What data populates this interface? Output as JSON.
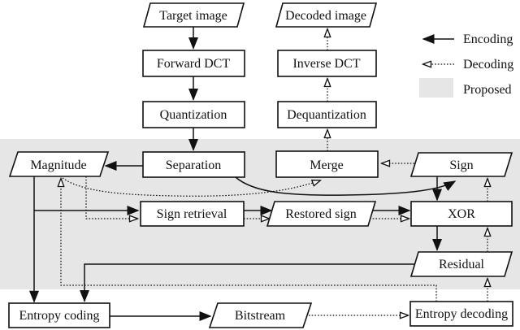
{
  "diagram": {
    "type": "flowchart",
    "legend": {
      "items": [
        {
          "label": "Encoding",
          "symbol": "solid-arrow"
        },
        {
          "label": "Decoding",
          "symbol": "dotted-arrow"
        },
        {
          "label": "Proposed",
          "symbol": "gray-swatch"
        }
      ]
    },
    "colors": {
      "proposed_region": "#e6e6e6",
      "node_fill": "#ffffff",
      "line": "#111111",
      "background": "#ffffff"
    },
    "nodes": {
      "target_image": {
        "label": "Target image",
        "shape": "parallelogram"
      },
      "forward_dct": {
        "label": "Forward DCT",
        "shape": "rect"
      },
      "quantization": {
        "label": "Quantization",
        "shape": "rect"
      },
      "separation": {
        "label": "Separation",
        "shape": "rect"
      },
      "magnitude": {
        "label": "Magnitude",
        "shape": "parallelogram"
      },
      "sign": {
        "label": "Sign",
        "shape": "parallelogram"
      },
      "merge": {
        "label": "Merge",
        "shape": "rect"
      },
      "dequantization": {
        "label": "Dequantization",
        "shape": "rect"
      },
      "inverse_dct": {
        "label": "Inverse DCT",
        "shape": "rect"
      },
      "decoded_image": {
        "label": "Decoded image",
        "shape": "parallelogram"
      },
      "sign_retrieval": {
        "label": "Sign retrieval",
        "shape": "rect"
      },
      "restored_sign": {
        "label": "Restored sign",
        "shape": "parallelogram"
      },
      "xor": {
        "label": "XOR",
        "shape": "rect"
      },
      "residual": {
        "label": "Residual",
        "shape": "parallelogram"
      },
      "entropy_coding": {
        "label": "Entropy coding",
        "shape": "rect"
      },
      "bitstream": {
        "label": "Bitstream",
        "shape": "parallelogram"
      },
      "entropy_decoding": {
        "label": "Entropy decoding",
        "shape": "rect"
      }
    },
    "edges": [
      {
        "from": "target_image",
        "to": "forward_dct",
        "type": "encoding"
      },
      {
        "from": "forward_dct",
        "to": "quantization",
        "type": "encoding"
      },
      {
        "from": "quantization",
        "to": "separation",
        "type": "encoding"
      },
      {
        "from": "separation",
        "to": "magnitude",
        "type": "encoding"
      },
      {
        "from": "separation",
        "to": "sign",
        "type": "encoding"
      },
      {
        "from": "magnitude",
        "to": "sign_retrieval",
        "type": "encoding"
      },
      {
        "from": "magnitude",
        "to": "entropy_coding",
        "type": "encoding"
      },
      {
        "from": "sign_retrieval",
        "to": "restored_sign",
        "type": "encoding"
      },
      {
        "from": "restored_sign",
        "to": "xor",
        "type": "encoding"
      },
      {
        "from": "sign",
        "to": "xor",
        "type": "encoding"
      },
      {
        "from": "xor",
        "to": "residual",
        "type": "encoding"
      },
      {
        "from": "residual",
        "to": "entropy_coding",
        "type": "encoding"
      },
      {
        "from": "entropy_coding",
        "to": "bitstream",
        "type": "encoding"
      },
      {
        "from": "bitstream",
        "to": "entropy_decoding",
        "type": "decoding"
      },
      {
        "from": "entropy_decoding",
        "to": "magnitude",
        "type": "decoding"
      },
      {
        "from": "entropy_decoding",
        "to": "residual",
        "type": "decoding"
      },
      {
        "from": "magnitude",
        "to": "sign_retrieval",
        "type": "decoding"
      },
      {
        "from": "magnitude",
        "to": "merge",
        "type": "decoding"
      },
      {
        "from": "sign_retrieval",
        "to": "restored_sign",
        "type": "decoding"
      },
      {
        "from": "restored_sign",
        "to": "xor",
        "type": "decoding"
      },
      {
        "from": "residual",
        "to": "xor",
        "type": "decoding"
      },
      {
        "from": "xor",
        "to": "sign",
        "type": "decoding"
      },
      {
        "from": "sign",
        "to": "merge",
        "type": "decoding"
      },
      {
        "from": "merge",
        "to": "dequantization",
        "type": "decoding"
      },
      {
        "from": "dequantization",
        "to": "inverse_dct",
        "type": "decoding"
      },
      {
        "from": "inverse_dct",
        "to": "decoded_image",
        "type": "decoding"
      }
    ]
  }
}
